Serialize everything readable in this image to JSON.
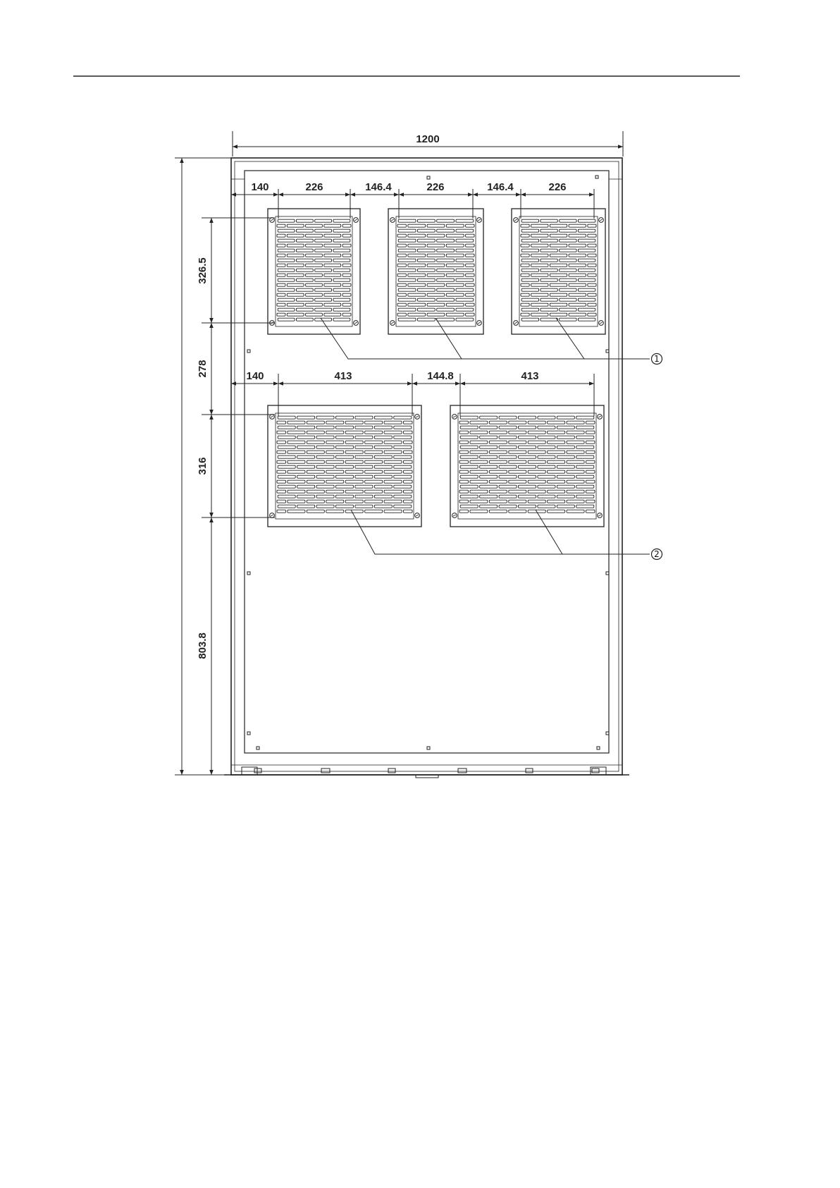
{
  "drawing": {
    "overall_width": "1200",
    "top_row_dims": [
      "140",
      "226",
      "146.4",
      "226",
      "146.4",
      "226"
    ],
    "bottom_row_dims": [
      "140",
      "413",
      "144.8",
      "413"
    ],
    "vertical_dims": [
      "326.5",
      "278",
      "316",
      "803.8"
    ],
    "callouts": [
      "1",
      "2"
    ]
  }
}
